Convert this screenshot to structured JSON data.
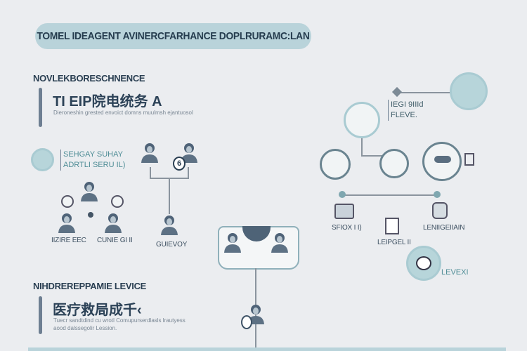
{
  "title": "TOMEL IDEAGENT AVINERCFARHANCE DOPLRURAMC:LAN",
  "section1": {
    "heading": "NOVLEKBORESCHNENCE",
    "title": "TI EIP院电统务 A",
    "desc": "Dieroneshin grested envoict domns muulmsh ejantuosol"
  },
  "survey": {
    "line1": "SEHGAY SUHAY",
    "line2": "ADRTLI SERU IL)",
    "badge": "6"
  },
  "labels": {
    "left1": "IIZIRE EEC",
    "left2": "CUNIE GI II",
    "guide": "GUIEVOY",
    "right_top": "IEGI 9IIId",
    "right_top2": "FLEVE.",
    "r1": "SFIOX I I)",
    "r2": "LEIPGEL II",
    "r3": "LENIIGEIIAIN",
    "r4": "LEVEXI"
  },
  "section2": {
    "heading": "NIHDREREPPAMIE LEVICE",
    "title": "医疗救局成千‹",
    "desc1": "Tuecr sandtdind cu wrotl Comupurserdlasls lrautyess",
    "desc2": "aood dalssegolir Lession."
  },
  "colors": {
    "accent": "#b9d3da",
    "dark": "#2a3f52",
    "teal": "#4f8d96"
  }
}
